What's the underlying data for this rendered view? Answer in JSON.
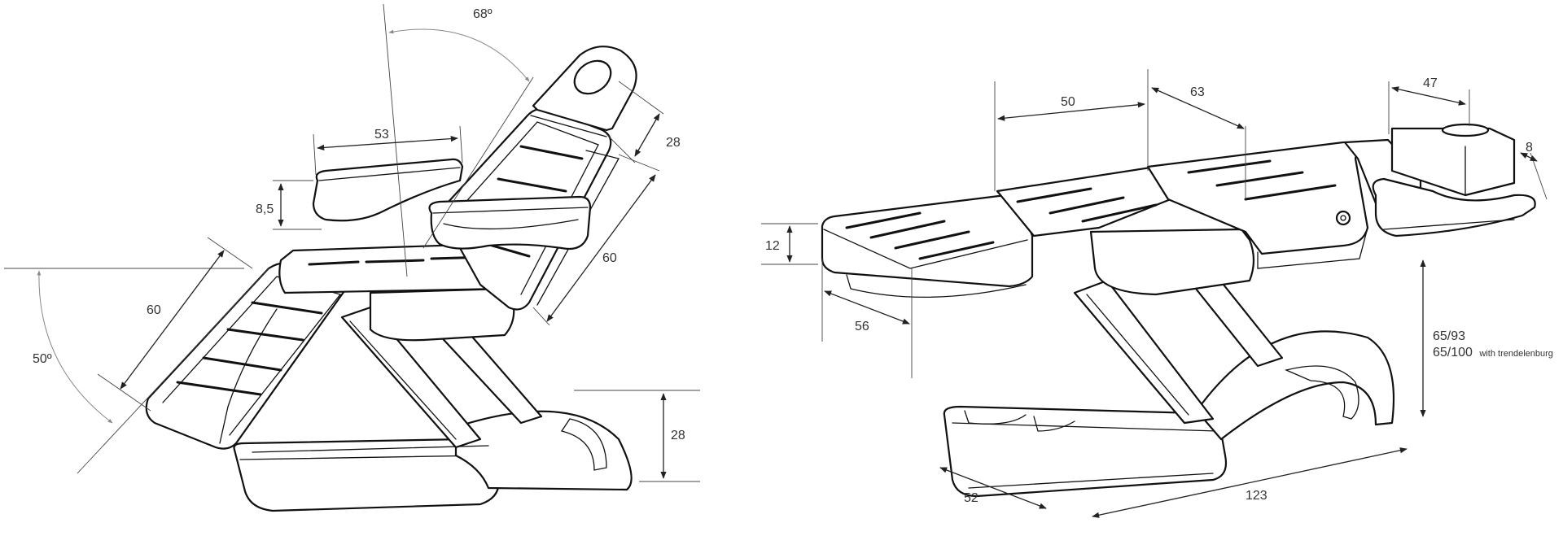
{
  "left_view": {
    "angle_back": "68º",
    "angle_leg": "50º",
    "armrest_width": "53",
    "armrest_height": "8,5",
    "headrest_length": "28",
    "backrest_length": "60",
    "legrest_length": "60",
    "seat_height": "28"
  },
  "right_view": {
    "backrest_section": "50",
    "middle_section": "63",
    "head_section": "47",
    "head_thickness": "8",
    "mattress_thickness": "12",
    "leg_width": "56",
    "base_width": "52",
    "total_length": "123",
    "height_range": "65/93",
    "height_trend": "65/100",
    "height_trend_note": "with trendelenburg"
  },
  "colors": {
    "stroke": "#111111",
    "dimension_text": "#333333",
    "angle_arc": "#888888"
  }
}
